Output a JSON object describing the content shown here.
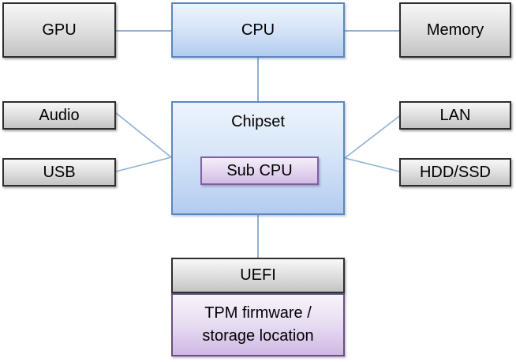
{
  "nodes": {
    "gpu": {
      "label": "GPU"
    },
    "cpu": {
      "label": "CPU"
    },
    "memory": {
      "label": "Memory"
    },
    "audio": {
      "label": "Audio"
    },
    "usb": {
      "label": "USB"
    },
    "chipset": {
      "label": "Chipset"
    },
    "sub_cpu": {
      "label": "Sub CPU"
    },
    "lan": {
      "label": "LAN"
    },
    "hdd_ssd": {
      "label": "HDD/SSD"
    },
    "uefi": {
      "label": "UEFI"
    },
    "tpm": {
      "line1": "TPM firmware /",
      "line2": "storage location"
    }
  },
  "edges": [
    {
      "from": "GPU",
      "to": "CPU"
    },
    {
      "from": "CPU",
      "to": "Memory"
    },
    {
      "from": "CPU",
      "to": "Chipset"
    },
    {
      "from": "Audio",
      "to": "Chipset"
    },
    {
      "from": "USB",
      "to": "Chipset"
    },
    {
      "from": "Chipset",
      "to": "LAN"
    },
    {
      "from": "Chipset",
      "to": "HDD/SSD"
    },
    {
      "from": "Chipset",
      "to": "UEFI"
    }
  ],
  "colors": {
    "connector": "#8fafd4",
    "gray_border": "#2e2e2e",
    "blue_border": "#5b87bd",
    "purple_border": "#7e60a2",
    "tpm_border": "#65517e",
    "background": "#ffffff"
  }
}
